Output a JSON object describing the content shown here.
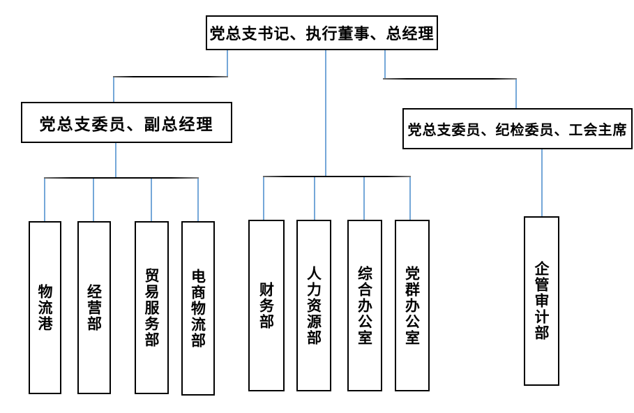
{
  "org_chart": {
    "type": "org-tree",
    "root": {
      "label": "党总支书记、执行董事、总经理"
    },
    "level2_left": {
      "label": "党总支委员、副总经理",
      "reports_to": "root"
    },
    "level2_right": {
      "label": "党总支委员、纪检委员、工会主席",
      "reports_to": "root"
    },
    "groups": [
      {
        "parent": "党总支委员、副总经理",
        "items": [
          "物流港",
          "经营部",
          "贸易服务部",
          "电商物流部"
        ]
      },
      {
        "parent": "党总支书记、执行董事、总经理",
        "items": [
          "财务部",
          "人力资源部",
          "综合办公室",
          "党群办公室"
        ]
      },
      {
        "parent": "党总支委员、纪检委员、工会主席",
        "items": [
          "企管审计部"
        ]
      }
    ],
    "colors": {
      "background": "#ffffff",
      "box_border": "#000000",
      "text": "#000000",
      "connector_vertical": "#74a7d8",
      "connector_horizontal": "#000000"
    }
  }
}
